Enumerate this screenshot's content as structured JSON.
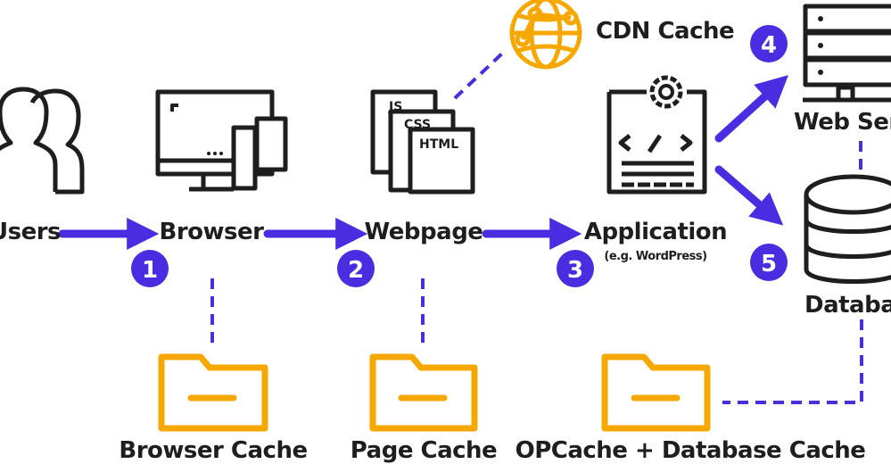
{
  "nodes": {
    "users": "Users",
    "browser": "Browser",
    "webpage": "Webpage",
    "application": "Application",
    "application_sub": "(e.g. WordPress)",
    "web_server": "Web Server",
    "database": "Database",
    "cdn_cache": "CDN Cache"
  },
  "doc_icons": {
    "js": "JS",
    "css": "CSS",
    "html": "HTML"
  },
  "caches": {
    "browser_cache": "Browser Cache",
    "page_cache": "Page Cache",
    "opcache_db": "OPCache + Database Cache"
  },
  "steps": [
    "1",
    "2",
    "3",
    "4",
    "5"
  ],
  "colors": {
    "accent": "#4a2de0",
    "folder": "#f7a800",
    "ink": "#1e1e1e"
  }
}
